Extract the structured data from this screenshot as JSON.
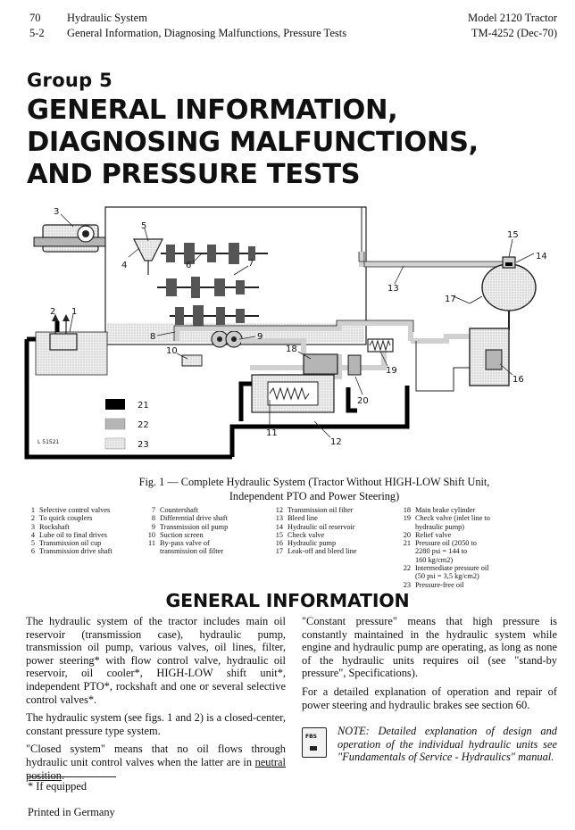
{
  "header": {
    "page_number": "70",
    "section_number": "5-2",
    "section_title": "Hydraulic System",
    "section_subtitle": "General Information, Diagnosing Malfunctions, Pressure Tests",
    "model": "Model 2120 Tractor",
    "manual_code": "TM-4252 (Dec-70)"
  },
  "group_label": "Group 5",
  "title_lines": [
    "GENERAL INFORMATION,",
    "DIAGNOSING MALFUNCTIONS,",
    "AND PRESSURE TESTS"
  ],
  "figure": {
    "callouts": [
      "1",
      "2",
      "3",
      "4",
      "5",
      "6",
      "7",
      "8",
      "9",
      "10",
      "11",
      "12",
      "13",
      "14",
      "15",
      "16",
      "17",
      "18",
      "19",
      "20"
    ],
    "key": [
      {
        "number": "21",
        "fill": "#000000"
      },
      {
        "number": "22",
        "fill": "#d0d0d0"
      },
      {
        "number": "23",
        "fill": "#ececec"
      }
    ],
    "figure_id": "L 51521",
    "caption_line1": "Fig. 1 — Complete Hydraulic System (Tractor Without HIGH-LOW Shift Unit,",
    "caption_line2": "Independent PTO and Power Steering)"
  },
  "legend": {
    "col1": [
      {
        "n": "1",
        "t": "Selective control valves"
      },
      {
        "n": "2",
        "t": "To quick couplers"
      },
      {
        "n": "3",
        "t": "Rockshaft"
      },
      {
        "n": "4",
        "t": "Lube oil to final drives"
      },
      {
        "n": "5",
        "t": "Transmission oil cup"
      },
      {
        "n": "6",
        "t": "Transmission drive shaft"
      }
    ],
    "col2": [
      {
        "n": "7",
        "t": "Countershaft"
      },
      {
        "n": "8",
        "t": "Differential drive shaft"
      },
      {
        "n": "9",
        "t": "Transmission oil pump"
      },
      {
        "n": "10",
        "t": "Suction screen"
      },
      {
        "n": "11",
        "t": "By-pass valve of"
      },
      {
        "n": "",
        "t": "transmission oil filter"
      }
    ],
    "col3": [
      {
        "n": "12",
        "t": "Transmission oil filter"
      },
      {
        "n": "13",
        "t": "Bleed line"
      },
      {
        "n": "14",
        "t": "Hydraulic oil reservoir"
      },
      {
        "n": "15",
        "t": "Check valve"
      },
      {
        "n": "16",
        "t": "Hydraulic pump"
      },
      {
        "n": "17",
        "t": "Leak-off and bleed line"
      }
    ],
    "col4": [
      {
        "n": "18",
        "t": "Main brake cylinder"
      },
      {
        "n": "19",
        "t": "Check valve (inlet line to"
      },
      {
        "n": "",
        "t": "hydraulic pump)"
      },
      {
        "n": "20",
        "t": "Relief valve"
      },
      {
        "n": "21",
        "t": "Pressure oil (2050 to"
      },
      {
        "n": "",
        "t": "2280 psi = 144 to"
      },
      {
        "n": "",
        "t": "160 kg/cm2)"
      },
      {
        "n": "22",
        "t": "Intermediate pressure oil"
      },
      {
        "n": "",
        "t": "(50 psi = 3,5 kg/cm2)"
      },
      {
        "n": "23",
        "t": "Pressure-free oil"
      }
    ]
  },
  "section_heading": "GENERAL INFORMATION",
  "left_column": {
    "p1": "The hydraulic system of the tractor includes main oil reservoir (transmission case), hydraulic pump, transmission oil pump, various valves, oil lines, filter, power steering* with flow control valve, hydraulic oil reservoir, oil cooler*, HIGH-LOW shift unit*, independent PTO*, rockshaft and one or several selective control valves*.",
    "p2": "The hydraulic system (see figs. 1 and 2) is a closed-center, constant pressure type system.",
    "p3_main": "\"Closed system\" means that no oil flows through hydraulic unit control valves when the latter are in",
    "p3_ul": "neutral position",
    "p3_end": ".",
    "footnote": "* If equipped",
    "printed": "Printed in Germany"
  },
  "right_column": {
    "p1": "\"Constant pressure\" means that high pressure is constantly maintained in the hydraulic system while engine and hydraulic pump are operating, as long as none of the hydraulic units requires oil (see \"stand-by pressure\", Specifications).",
    "p2": "For a detailed explanation of operation and repair of power steering and hydraulic brakes see section 60.",
    "icon_label": "FBS",
    "note": "NOTE: Detailed explanation of design and operation of the individual hydraulic units see \"Fundamentals of Service - Hydraulics\" manual."
  }
}
